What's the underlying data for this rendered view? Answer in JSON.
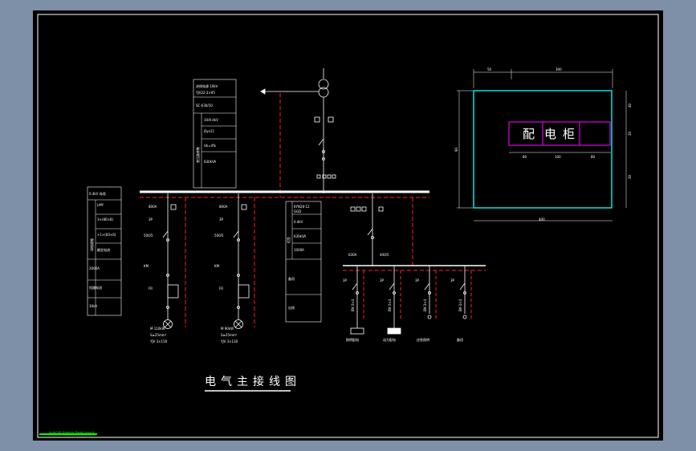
{
  "title": "电气主接线图",
  "cabinet": {
    "chars": [
      "配",
      "电",
      "柜"
    ],
    "dim_top": [
      "50",
      "300"
    ],
    "dim_bottom": "400",
    "dim_inner": [
      "80",
      "100",
      "80"
    ],
    "dim_left": "90",
    "dim_right": [
      "40",
      "20",
      "30"
    ]
  },
  "incoming": {
    "table_rows": [
      "进线电源 10kV",
      "YJV22-3×95",
      "SC-630/10",
      "10/0.4kV",
      "Dyn11",
      "Uk=4%",
      "630kVA"
    ],
    "side_label": "变压器参数"
  },
  "left_table": {
    "rows": [
      "0.4kV 母线",
      "LMY",
      "3×(80×8)",
      "+1×(60×6)",
      "额定电流",
      "2000A",
      "短路电流",
      "30kA"
    ],
    "side_label": "母线规格"
  },
  "mid_table": {
    "rows": [
      "KYN28-12",
      "GGD",
      "0.4kV",
      "630kVA",
      "1000A",
      "备用",
      "出线"
    ],
    "side_label": "柜型"
  },
  "feeders": {
    "f1_labels": [
      "800A",
      "3P",
      "500/5",
      "KM",
      "FR",
      "M 110kW",
      "S≥25mm²",
      "YJV 3×150"
    ],
    "f2_labels": [
      "800A",
      "3P",
      "500/5",
      "KM",
      "FR",
      "M 90kW",
      "S≥25mm²",
      "YJV 3×120"
    ],
    "f3_labels": [
      "630A",
      "400/5"
    ]
  },
  "branches": {
    "breakers": [
      "3P",
      "3P",
      "3P",
      "3P"
    ],
    "cables": [
      "BV-3×4",
      "BV-3×4",
      "BV-3×4",
      "BV-3×4"
    ],
    "loads": [
      "照明配电",
      "动力配电",
      "应急照明",
      "备用"
    ]
  },
  "status_bar": "AutoCAD Drawing Model Layout"
}
